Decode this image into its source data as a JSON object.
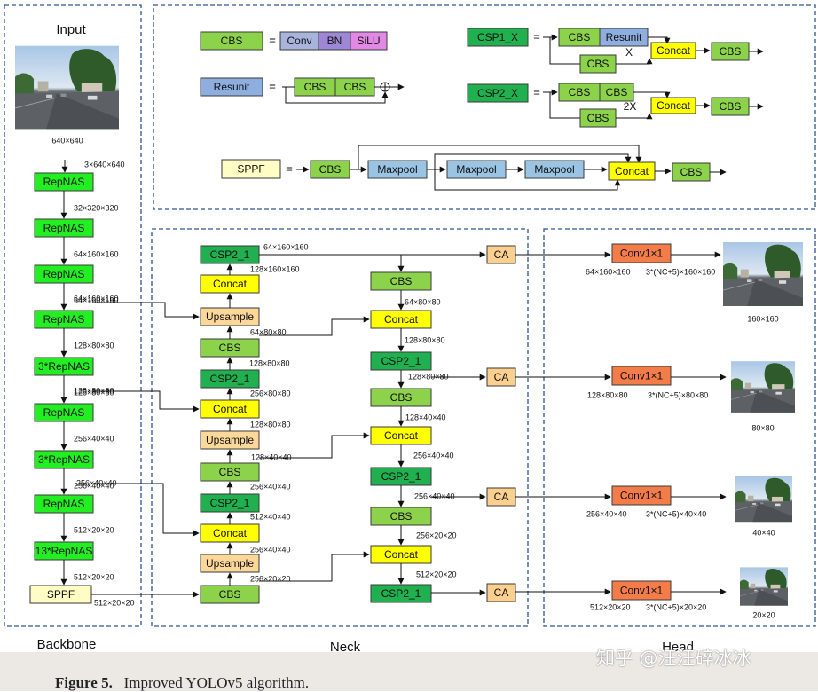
{
  "sections": {
    "backbone": "Backbone",
    "neck": "Neck",
    "head": "Head",
    "input": "Input"
  },
  "input_size": "640×640",
  "blocks": {
    "cbs": "CBS",
    "conv": "Conv",
    "bn": "BN",
    "silu": "SiLU",
    "resunit": "Resunit",
    "concat": "Concat",
    "csp1x": "CSP1_X",
    "csp2x": "CSP2_X",
    "sppf": "SPPF",
    "maxpool": "Maxpool",
    "repnas": "RepNAS",
    "repnas3": "3*RepNAS",
    "repnas13": "13*RepNAS",
    "csp21": "CSP2_1",
    "upsample": "Upsample",
    "ca": "CA",
    "conv1x1": "Conv1×1"
  },
  "symbols": {
    "equals": "=",
    "x": "X",
    "x2": "2X"
  },
  "dims": {
    "d3_640": "3×640×640",
    "d32_320": "32×320×320",
    "d64_160": "64×160×160",
    "d128_160": "128×160×160",
    "d64_80": "64×80×80",
    "d128_80": "128×80×80",
    "d256_80": "256×80×80",
    "d128_40": "128×40×40",
    "d256_40": "256×40×40",
    "d512_40": "512×40×40",
    "d512_20": "512×20×20",
    "d256_20": "256×20×20",
    "out160": "3*(NC+5)×160×160",
    "out80": "3*(NC+5)×80×80",
    "out40": "3*(NC+5)×40×40",
    "out20": "3*(NC+5)×20×20"
  },
  "outputs": [
    "160×160",
    "80×80",
    "40×40",
    "20×20"
  ],
  "colors": {
    "cbs": "#8dd24b",
    "conv": "#a8b4dc",
    "bn": "#9e88d6",
    "silu": "#e289e6",
    "resunit": "#8eaee0",
    "concat": "#ffff00",
    "csp": "#20b050",
    "sppf": "#fffcc4",
    "maxpool": "#9ac4e4",
    "repnas": "#22ee22",
    "upsample": "#fbd89a",
    "ca": "#fbd08e",
    "conv1x1": "#f47c48",
    "frame": "#2f5597"
  },
  "caption": {
    "label": "Figure 5.",
    "text": "Improved YOLOv5 algorithm."
  },
  "watermark": "知乎 @汪汪碎冰冰"
}
